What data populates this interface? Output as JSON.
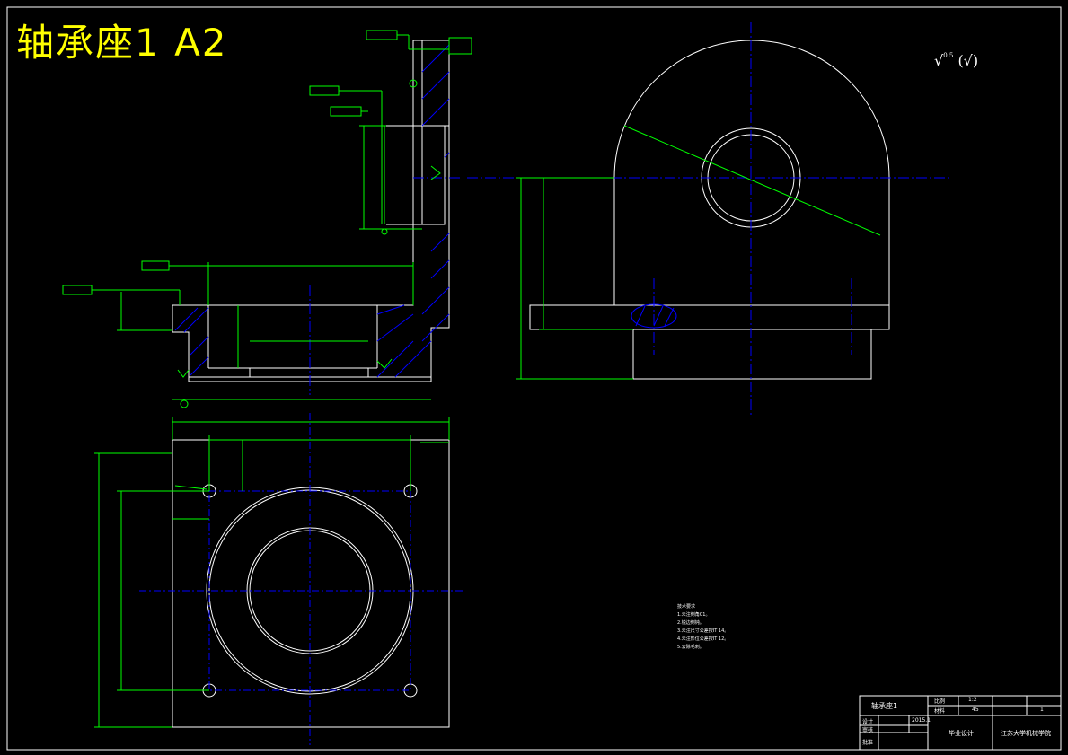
{
  "drawing": {
    "title": "轴承座1 A2",
    "roughness_note": "(√)",
    "roughness_value": "0.5"
  },
  "notes": {
    "heading": "技术要求",
    "lines": [
      "1.未注倒角C1。",
      "2.锐边倒钝。",
      "3.未注尺寸公差按IT 14。",
      "4.未注形位公差按IT 12。",
      "5.去除毛刺。"
    ]
  },
  "title_block": {
    "part_name": "轴承座1",
    "scale_label": "比例",
    "scale_value": "1:2",
    "material_label": "材料",
    "material_value": "45",
    "quantity": "1",
    "designer_label": "设计",
    "designer_name": "",
    "date": "2015.1",
    "checker_label": "审核",
    "approver_label": "批准",
    "project": "毕业设计",
    "institution": "江苏大学机械学院"
  },
  "colors": {
    "background": "#000000",
    "outline": "#ffffff",
    "dimension": "#00ff00",
    "centerline": "#0000ff",
    "hatch": "#0000ff",
    "title": "#ffff00"
  }
}
